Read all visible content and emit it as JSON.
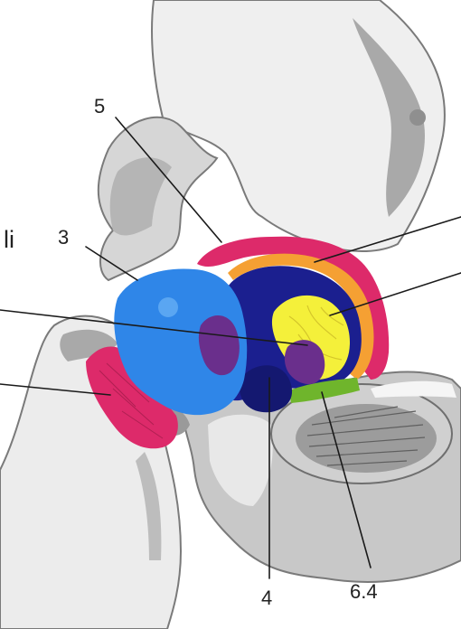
{
  "labels": {
    "top": "5",
    "left_upper": "3",
    "left_edge": "li",
    "bottom_center": "4",
    "bottom_right": "6.4"
  },
  "colors": {
    "bone_light": "#efefef",
    "bone_dark": "#a9a9a9",
    "bone_mid": "#c8c8c8",
    "outline": "#7a7a7a",
    "light_blue": "#2f86e8",
    "light_blue_highlight": "#5aa6f2",
    "navy": "#1b1f8f",
    "dark_navy": "#141870",
    "purple": "#6a2f8c",
    "yellow": "#f4f03a",
    "orange": "#f5a033",
    "magenta": "#dd2a6a",
    "green": "#6fb52c"
  }
}
